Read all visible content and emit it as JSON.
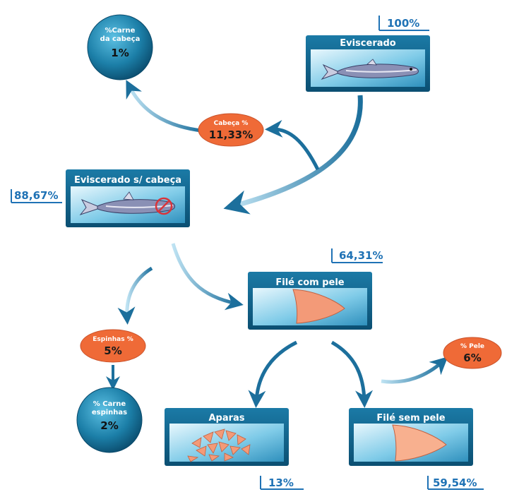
{
  "colors": {
    "box_dark": "#0e5d83",
    "box_light": "#5ab9dd",
    "circle_dark": "#0a5577",
    "circle_light": "#3fa6cf",
    "oval": "#ef6a37",
    "arrow": "#1c6f9c",
    "label_blue": "#1f72b5",
    "fillet": "#f39a78"
  },
  "boxes": {
    "eviscerado": {
      "title": "Eviscerado",
      "percent": "100%",
      "icon": "fish-icon"
    },
    "eviscerado_sem_cabeca": {
      "title": "Eviscerado s/ cabeça",
      "percent": "88,67%",
      "icon": "fish-no-head-icon"
    },
    "file_com_pele": {
      "title": "Filé com pele",
      "percent": "64,31%",
      "icon": "fillet-icon"
    },
    "aparas": {
      "title": "Aparas",
      "percent": "13%",
      "icon": "trimmings-icon"
    },
    "file_sem_pele": {
      "title": "Filé sem pele",
      "percent": "59,54%",
      "icon": "fillet-icon"
    }
  },
  "circles": {
    "carne_cabeca": {
      "line1": "%Carne",
      "line2": "da cabeça",
      "value": "1%"
    },
    "carne_espinhas": {
      "line1": "% Carne",
      "line2": "espinhas",
      "value": "2%"
    }
  },
  "ovals": {
    "cabeca": {
      "title": "Cabeça %",
      "value": "11,33%"
    },
    "espinhas": {
      "title": "Espinhas %",
      "value": "5%"
    },
    "pele": {
      "title": "% Pele",
      "value": "6%"
    }
  }
}
